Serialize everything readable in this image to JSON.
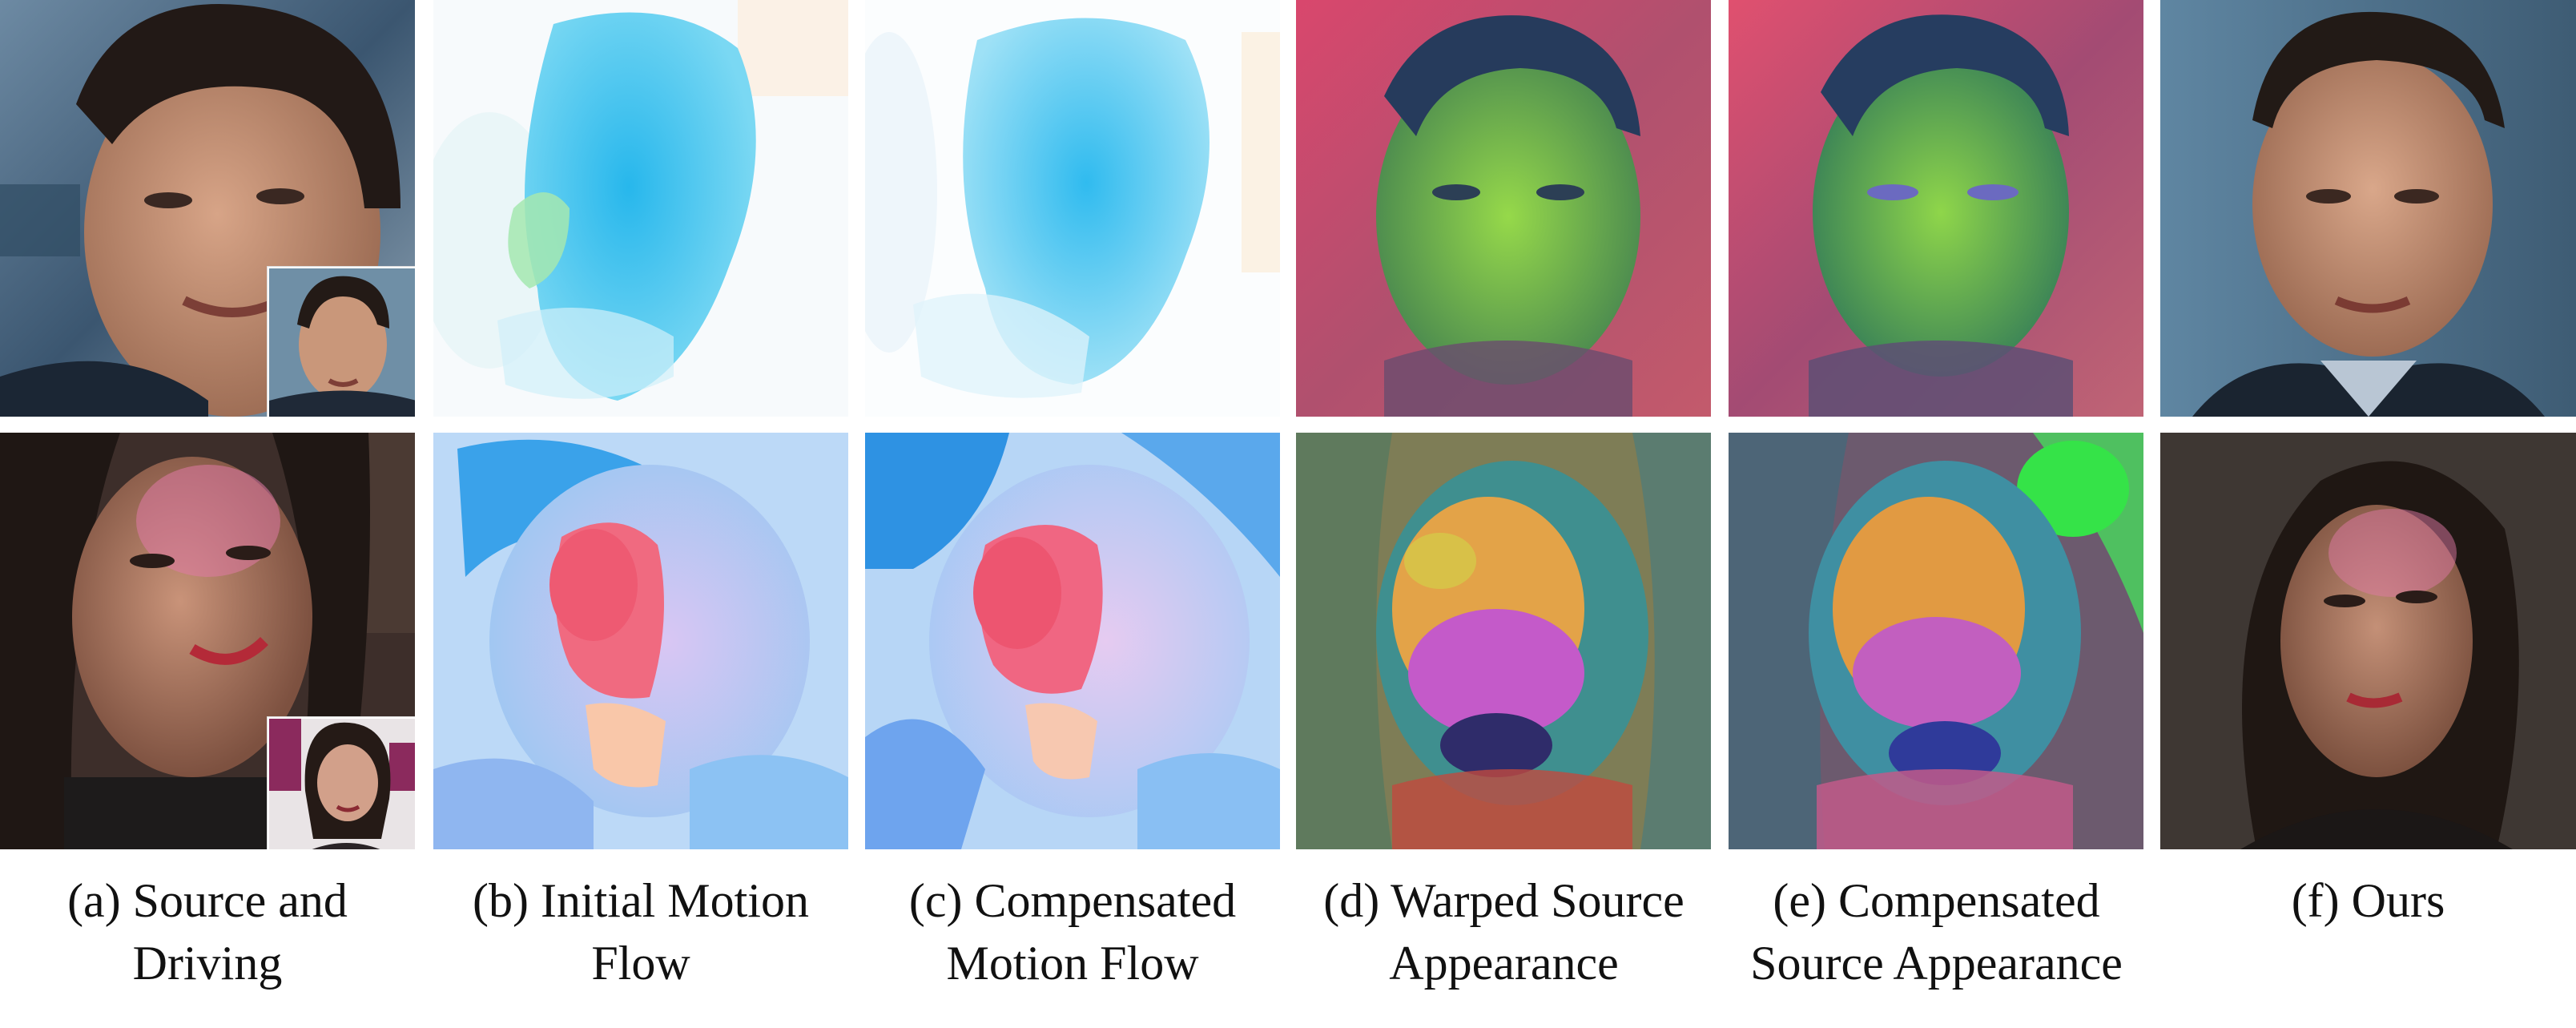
{
  "figure": {
    "captions": [
      {
        "lines": [
          "(a) Source and",
          "Driving"
        ]
      },
      {
        "lines": [
          "(b) Initial Motion",
          "Flow"
        ]
      },
      {
        "lines": [
          "(c) Compensated",
          "Motion Flow"
        ]
      },
      {
        "lines": [
          "(d) Warped Source",
          "Appearance"
        ]
      },
      {
        "lines": [
          "(e) Compensated",
          "Source Appearance"
        ]
      },
      {
        "lines": [
          "(f) Ours"
        ]
      }
    ],
    "rows": [
      {
        "subject": "male-face",
        "columns": [
          "source-photo",
          "initial-motion-flow",
          "compensated-motion-flow",
          "warped-source-appearance",
          "compensated-source-appearance",
          "output-photo"
        ]
      },
      {
        "subject": "female-face",
        "columns": [
          "source-photo",
          "initial-motion-flow",
          "compensated-motion-flow",
          "warped-source-appearance",
          "compensated-source-appearance",
          "output-photo"
        ]
      }
    ],
    "colors": {
      "flow_cyan": "#3fc6ef",
      "flow_pink": "#f3677f",
      "feature_green": "#8fdc45",
      "feature_magenta": "#d55ab8",
      "skin": "#c79475",
      "hair": "#241b17"
    }
  }
}
